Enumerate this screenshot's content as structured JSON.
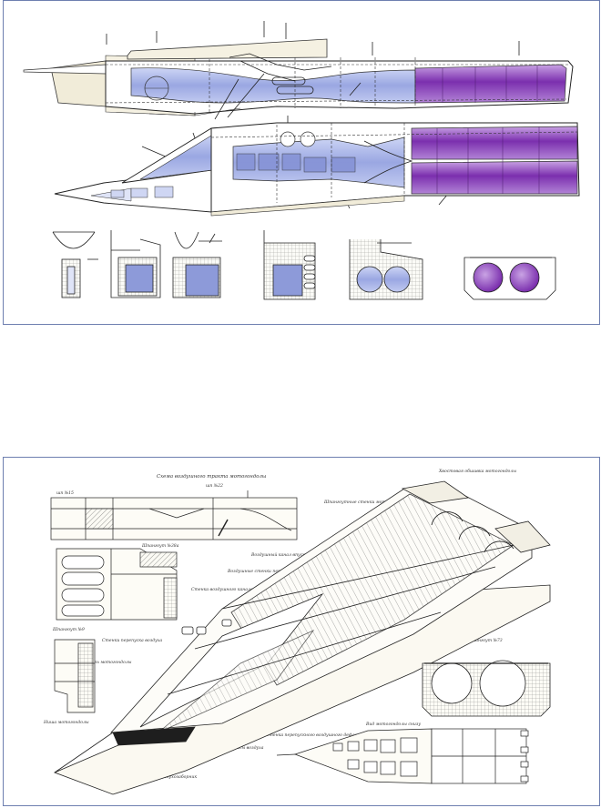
{
  "colors": {
    "frame_border": "#6e7fb0",
    "line": "#2a2a2a",
    "blue_fill": "#a9b4e6",
    "blue_light": "#cbd3f3",
    "purple_fill": "#8a3fb8",
    "purple_light": "#b98ad8",
    "beige": "#f1ecd9"
  },
  "bottom_annotations": {
    "duct_top": "Схема воздушного тракта мотогондолы",
    "frame_left": "шп №15",
    "frame_right": "шп №22",
    "nacelle_rear": "Хвостовая обшивка мотогондолы",
    "nacelle_walls": "Шпангоутные стенки мотогондолы",
    "frame_38a": "Шпангоут №38а",
    "intake_walls": "Воздушный канал впускного тракта",
    "intake_front": "Воздушные стенки переднего обтекателя",
    "inner_wall": "Стенка воздушного канала",
    "frame_9": "Шпангоут №9",
    "bypass": "Стенки перепуска воздуха",
    "front_nacelle": "Передняя часть мотогондолы",
    "frame_73": "Шпангоут №73",
    "nacelle_left": "Ниша мотогондолы",
    "intake_ramp": "Стенка перепускного воздушного дефлектора",
    "front_wall": "Стенка передней лисы воздуха",
    "intake": "Воздухозаборник",
    "bottom_view": "Вид мотогондолы снизу"
  }
}
